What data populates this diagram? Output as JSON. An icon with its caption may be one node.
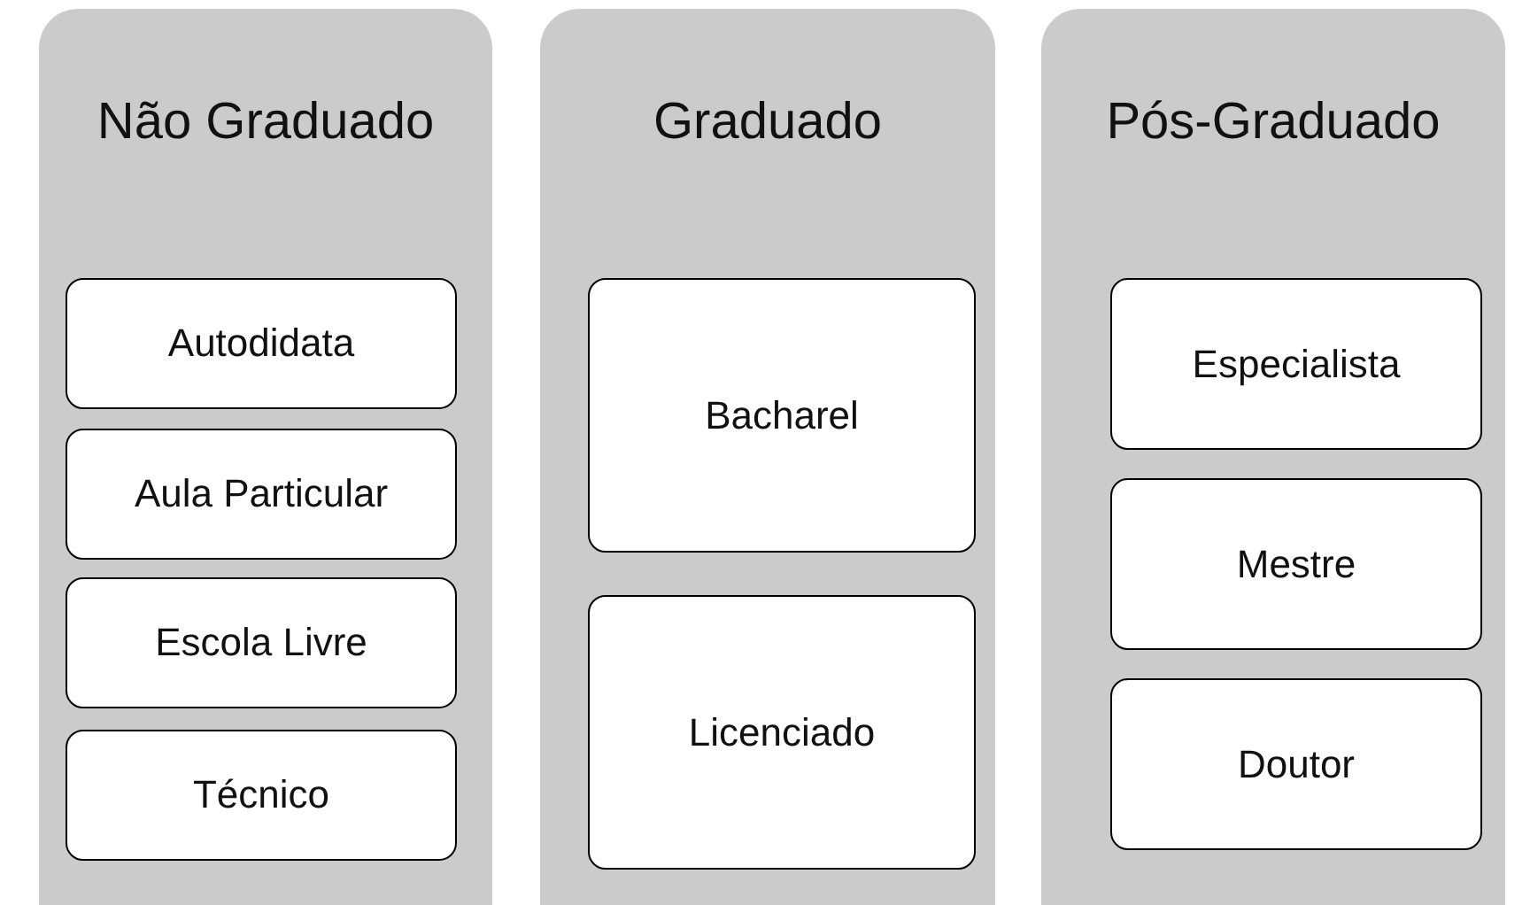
{
  "diagram": {
    "nodes": [
      {
        "text": [
          "Não Graduado"
        ]
      },
      {
        "text": [
          "Autodidata"
        ],
        "in": 0
      },
      {
        "text": [
          "Aula Particular"
        ],
        "in": 0
      },
      {
        "text": [
          "Escola Livre"
        ],
        "in": 0
      },
      {
        "text": [
          "Técnico"
        ],
        "in": 0
      },
      {
        "text": [
          "Graduado"
        ]
      },
      {
        "text": [
          "Bacharel"
        ],
        "in": 5
      },
      {
        "text": [
          "Licenciado"
        ],
        "in": 5
      },
      {
        "text": [
          "Pós-Graduado"
        ]
      },
      {
        "text": [
          "Especialista"
        ],
        "in": 8
      },
      {
        "text": [
          "Mestre"
        ],
        "in": 8
      },
      {
        "text": [
          "Doutor"
        ],
        "in": 8
      }
    ]
  }
}
